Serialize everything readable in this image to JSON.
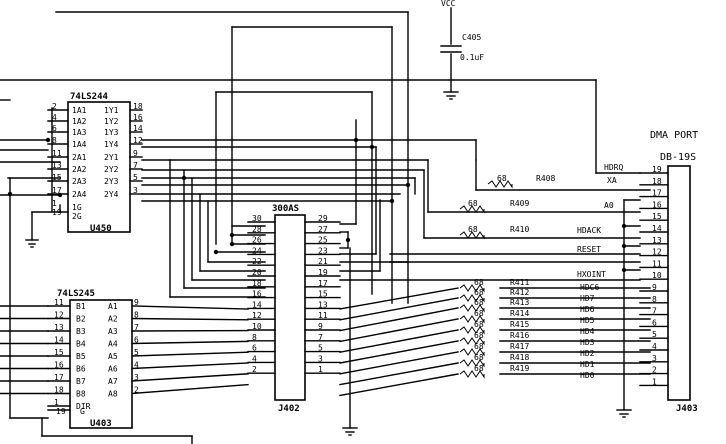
{
  "power": {
    "vcc": "VCC",
    "cap_ref": "C405",
    "cap_value": "0.1uF"
  },
  "dma_port": {
    "title": "DMA PORT",
    "connector": "DB-19S",
    "ref": "J403",
    "pins": [
      "19",
      "18",
      "17",
      "16",
      "15",
      "14",
      "13",
      "12",
      "11",
      "10",
      "9",
      "8",
      "7",
      "6",
      "5",
      "4",
      "3",
      "2",
      "1"
    ]
  },
  "u450": {
    "part": "74LS244",
    "ref": "U450",
    "left_pins": [
      "1A1",
      "1A2",
      "1A3",
      "1A4",
      "2A1",
      "2A2",
      "2A3",
      "2A4",
      "1G",
      "2G"
    ],
    "left_nums": [
      "2",
      "4",
      "6",
      "8",
      "11",
      "13",
      "15",
      "17",
      "1",
      "19"
    ],
    "right_pins": [
      "1Y1",
      "1Y2",
      "1Y3",
      "1Y4",
      "2Y1",
      "2Y2",
      "2Y3",
      "2Y4"
    ],
    "right_nums": [
      "18",
      "16",
      "14",
      "12",
      "9",
      "7",
      "5",
      "3"
    ]
  },
  "u403": {
    "part": "74LS245",
    "ref": "U403",
    "left_pins": [
      "B1",
      "B2",
      "B3",
      "B4",
      "B5",
      "B6",
      "B7",
      "B8",
      "DIR"
    ],
    "left_nums": [
      "11",
      "12",
      "13",
      "14",
      "15",
      "16",
      "17",
      "18",
      "1"
    ],
    "right_pins": [
      "A1",
      "A2",
      "A3",
      "A4",
      "A5",
      "A6",
      "A7",
      "A8"
    ],
    "right_nums": [
      "9",
      "8",
      "7",
      "6",
      "5",
      "4",
      "3",
      "2"
    ],
    "bottom_num": "19",
    "bottom_num2": "G"
  },
  "j402": {
    "title": "300AS",
    "ref": "J402",
    "left_nums": [
      "30",
      "28",
      "26",
      "24",
      "22",
      "20",
      "18",
      "16",
      "14",
      "12",
      "10",
      "8",
      "6",
      "4",
      "2"
    ],
    "right_nums": [
      "29",
      "27",
      "25",
      "23",
      "21",
      "19",
      "17",
      "15",
      "13",
      "11",
      "9",
      "7",
      "5",
      "3",
      "1"
    ]
  },
  "resistors": [
    {
      "value": "68",
      "ref": "R408"
    },
    {
      "value": "68",
      "ref": "R409"
    },
    {
      "value": "68",
      "ref": "R410"
    },
    {
      "value": "68",
      "ref": "R411"
    },
    {
      "value": "68",
      "ref": "R412"
    },
    {
      "value": "68",
      "ref": "R413"
    },
    {
      "value": "68",
      "ref": "R414"
    },
    {
      "value": "68",
      "ref": "R415"
    },
    {
      "value": "68",
      "ref": "R416"
    },
    {
      "value": "68",
      "ref": "R417"
    },
    {
      "value": "68",
      "ref": "R418"
    },
    {
      "value": "68",
      "ref": "R419"
    }
  ],
  "signals": [
    "HDRQ",
    "XA",
    "A0",
    "HDACK",
    "RESET",
    "HXOINT",
    "HDC6",
    "HD7",
    "HD6",
    "HD5",
    "HD4",
    "HD3",
    "HD2",
    "HD1",
    "HD0"
  ]
}
